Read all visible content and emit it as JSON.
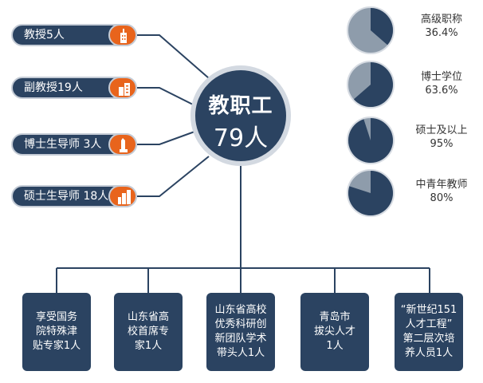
{
  "hub": {
    "line1": "教职工",
    "line2": "79人"
  },
  "left_items": [
    {
      "label": "教授5人",
      "icon": "building-icon"
    },
    {
      "label": "副教授19人",
      "icon": "building-icon"
    },
    {
      "label": "博士生导师 3人",
      "icon": "tower-icon"
    },
    {
      "label": "硕士生导师 18人",
      "icon": "skyline-icon"
    }
  ],
  "stats": [
    {
      "label": "高级职称",
      "value": "36.4%",
      "fraction": 0.364
    },
    {
      "label": "博士学位",
      "value": "63.6%",
      "fraction": 0.636
    },
    {
      "label": "硕士及以上",
      "value": "95%",
      "fraction": 0.95
    },
    {
      "label": "中青年教师",
      "value": "80%",
      "fraction": 0.8
    }
  ],
  "bottom_boxes": [
    {
      "lines": [
        "享受国务",
        "院特殊津",
        "贴专家1人"
      ]
    },
    {
      "lines": [
        "山东省高",
        "校首席专",
        "家1人"
      ]
    },
    {
      "lines": [
        "山东省高校",
        "优秀科研创",
        "新团队学术",
        "带头人1人"
      ]
    },
    {
      "lines": [
        "青岛市",
        "拔尖人才",
        "1人"
      ]
    },
    {
      "lines": [
        "“新世纪151",
        "人才工程”",
        "第二层次培",
        "养人员1人"
      ]
    }
  ],
  "colors": {
    "navy": "#2b4361",
    "orange": "#e8641c",
    "pie_light": "#8e9cab",
    "ring": "#c5ccd6"
  }
}
